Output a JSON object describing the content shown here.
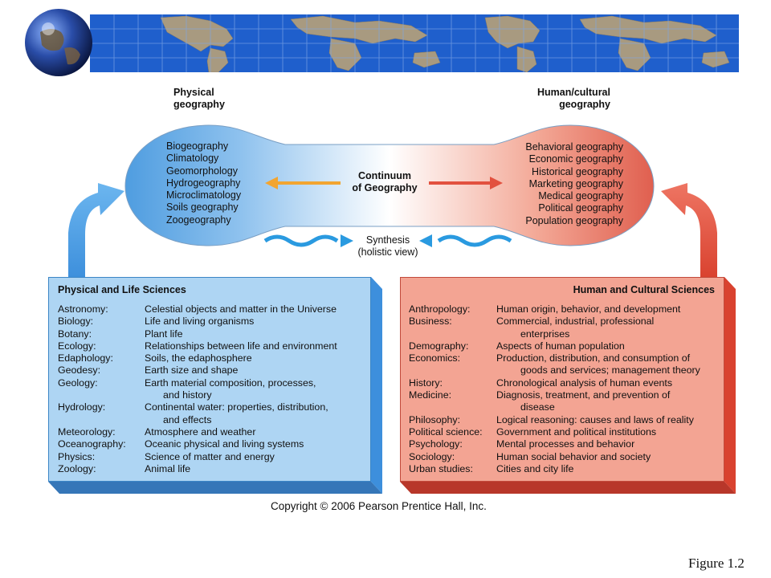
{
  "headings": {
    "physical": [
      "Physical",
      "geography"
    ],
    "human": [
      "Human/cultural",
      "geography"
    ]
  },
  "physical_geography": [
    "Biogeography",
    "Climatology",
    "Geomorphology",
    "Hydrogeography",
    "Microclimatology",
    "Soils geography",
    "Zoogeography"
  ],
  "human_geography": [
    "Behavioral geography",
    "Economic geography",
    "Historical geography",
    "Marketing geography",
    "Medical geography",
    "Political geography",
    "Population geography"
  ],
  "continuum": [
    "Continuum",
    "of Geography"
  ],
  "synthesis": [
    "Synthesis",
    "(holistic view)"
  ],
  "sciences": {
    "physical": {
      "title": "Physical and Life Sciences",
      "rows": [
        {
          "term": "Astronomy:",
          "def": [
            "Celestial objects and matter in the Universe"
          ]
        },
        {
          "term": "Biology:",
          "def": [
            "Life and living organisms"
          ]
        },
        {
          "term": "Botany:",
          "def": [
            "Plant life"
          ]
        },
        {
          "term": "Ecology:",
          "def": [
            "Relationships between life and environment"
          ]
        },
        {
          "term": "Edaphology:",
          "def": [
            "Soils, the edaphosphere"
          ]
        },
        {
          "term": "Geodesy:",
          "def": [
            "Earth size and shape"
          ]
        },
        {
          "term": "Geology:",
          "def": [
            "Earth material composition, processes,",
            "and history"
          ]
        },
        {
          "term": "Hydrology:",
          "def": [
            "Continental water: properties, distribution,",
            "and effects"
          ]
        },
        {
          "term": "Meteorology:",
          "def": [
            "Atmosphere and weather"
          ]
        },
        {
          "term": "Oceanography:",
          "def": [
            "Oceanic physical and living systems"
          ]
        },
        {
          "term": "Physics:",
          "def": [
            "Science of matter and energy"
          ]
        },
        {
          "term": "Zoology:",
          "def": [
            "Animal life"
          ]
        }
      ]
    },
    "human": {
      "title": "Human and Cultural Sciences",
      "rows": [
        {
          "term": "Anthropology:",
          "def": [
            "Human origin, behavior, and development"
          ]
        },
        {
          "term": "Business:",
          "def": [
            "Commercial, industrial, professional",
            "enterprises"
          ]
        },
        {
          "term": "Demography:",
          "def": [
            "Aspects of human population"
          ]
        },
        {
          "term": "Economics:",
          "def": [
            "Production, distribution, and consumption of",
            "goods and services; management theory"
          ]
        },
        {
          "term": "History:",
          "def": [
            "Chronological analysis of human events"
          ]
        },
        {
          "term": "Medicine:",
          "def": [
            "Diagnosis, treatment, and prevention of",
            "disease"
          ]
        },
        {
          "term": "Philosophy:",
          "def": [
            "Logical reasoning: causes and laws of reality"
          ]
        },
        {
          "term": "Political science:",
          "def": [
            "Government and political institutions"
          ]
        },
        {
          "term": "Psychology:",
          "def": [
            "Mental processes and behavior"
          ]
        },
        {
          "term": "Sociology:",
          "def": [
            "Human social behavior and society"
          ]
        },
        {
          "term": "Urban studies:",
          "def": [
            "Cities and city life"
          ]
        }
      ]
    }
  },
  "copyright": "Copyright © 2006 Pearson Prentice Hall, Inc.",
  "figure_label": "Figure  1.2",
  "colors": {
    "banner": "#1f5fcc",
    "land": "#a89a80",
    "physical_blue": "#4f9de0",
    "human_red": "#e05f4f",
    "physical_box": "#aed5f3",
    "human_box": "#f3a493",
    "orange_arrow": "#f2a531",
    "red_arrow": "#e2513f",
    "wave_blue": "#2a9ae0"
  }
}
